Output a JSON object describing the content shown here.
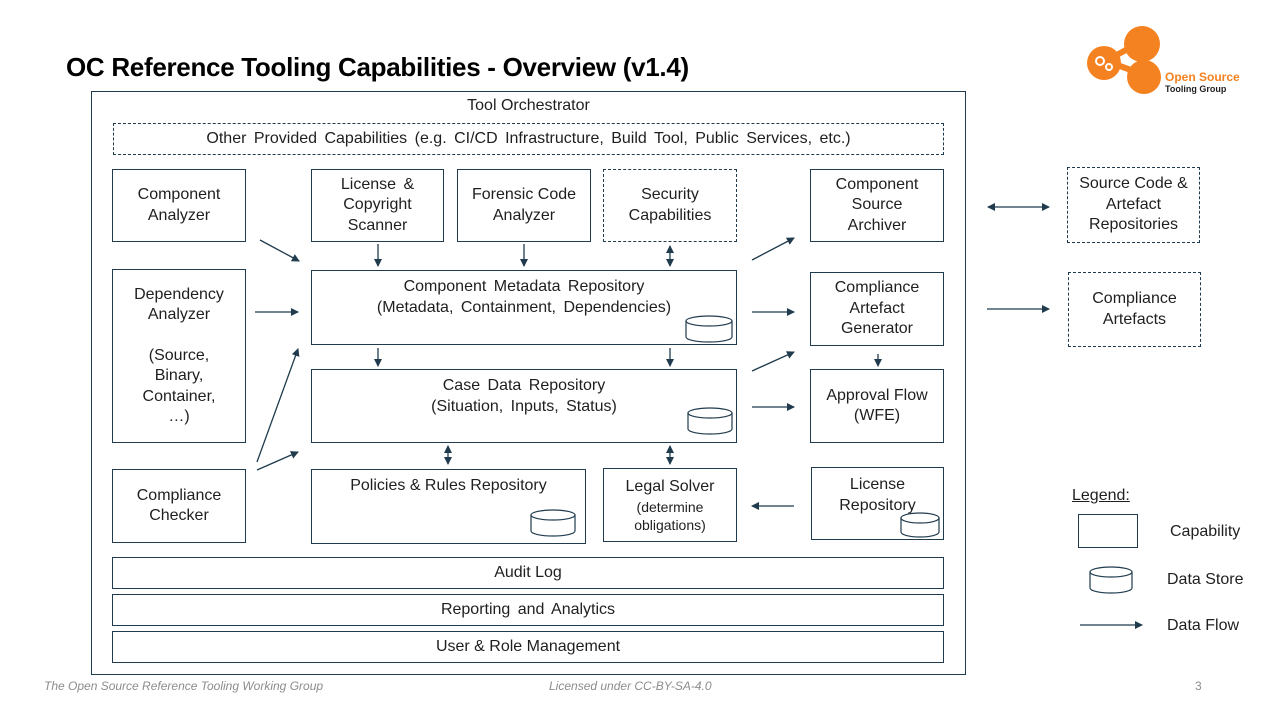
{
  "title": "OC Reference Tooling Capabilities - Overview (v1.4)",
  "logo": {
    "line1": "Open Source",
    "line2": "Tooling Group",
    "color": "#f58220"
  },
  "orchestrator_label": "Tool Orchestrator",
  "other_capabilities": "Other Provided Capabilities (e.g. CI/CD Infrastructure, Build Tool, Public Services, etc.)",
  "boxes": {
    "component_analyzer": [
      "Component",
      "Analyzer"
    ],
    "license_scanner": [
      "License &",
      "Copyright",
      "Scanner"
    ],
    "forensic_analyzer": [
      "Forensic Code",
      "Analyzer"
    ],
    "security_capabilities": [
      "Security",
      "Capabilities"
    ],
    "source_archiver": [
      "Component",
      "Source",
      "Archiver"
    ],
    "dependency_analyzer": [
      "Dependency",
      "Analyzer",
      "",
      "(Source,",
      "Binary,",
      "Container,",
      "…)"
    ],
    "metadata_repo": [
      "Component Metadata Repository",
      "(Metadata, Containment, Dependencies)"
    ],
    "artefact_generator": [
      "Compliance",
      "Artefact",
      "Generator"
    ],
    "case_data_repo": [
      "Case Data Repository",
      "(Situation, Inputs, Status)"
    ],
    "approval_flow": [
      "Approval Flow",
      "(WFE)"
    ],
    "compliance_checker": [
      "Compliance",
      "Checker"
    ],
    "policies_repo": [
      "Policies & Rules Repository"
    ],
    "legal_solver": [
      "Legal Solver",
      "(determine",
      "obligations)"
    ],
    "license_repo": [
      "License",
      "Repository"
    ],
    "audit_log": "Audit Log",
    "reporting": "Reporting and Analytics",
    "user_role": "User & Role Management",
    "source_code_repos": [
      "Source Code &",
      "Artefact",
      "Repositories"
    ],
    "compliance_artefacts": [
      "Compliance",
      "Artefacts"
    ]
  },
  "legend": {
    "heading": "Legend:",
    "capability": "Capability",
    "data_store": "Data Store",
    "data_flow": "Data Flow"
  },
  "footer": {
    "left": "The Open Source Reference Tooling Working Group",
    "center": "Licensed under CC-BY-SA-4.0",
    "page": "3"
  },
  "colors": {
    "line": "#1f3b4d",
    "accent": "#f58220"
  }
}
